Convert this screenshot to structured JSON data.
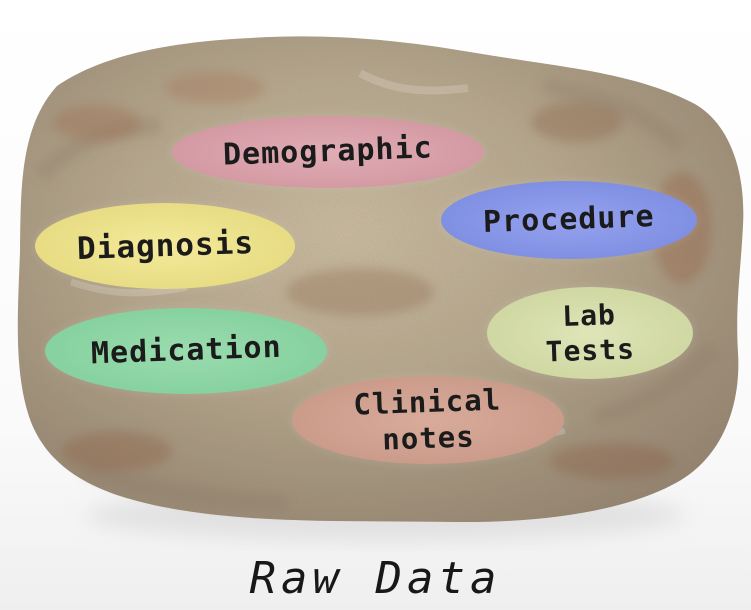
{
  "diagram": {
    "labels": {
      "demographic": "Demographic",
      "procedure": "Procedure",
      "diagnosis": "Diagnosis",
      "lab_tests": "Lab\nTests",
      "medication": "Medication",
      "clinical_notes": "Clinical\nnotes"
    },
    "caption": "Raw Data",
    "colors": {
      "demographic": "#d49aa4",
      "procedure": "#7f8fe2",
      "diagnosis": "#e7dc83",
      "lab_tests": "#cfd7a2",
      "medication": "#86d19f",
      "clinical_notes": "#cb9b8a",
      "rock_base": "#b9aa8e",
      "rock_shadow": "#8e7e69",
      "rock_rust": "#a26b47"
    }
  }
}
